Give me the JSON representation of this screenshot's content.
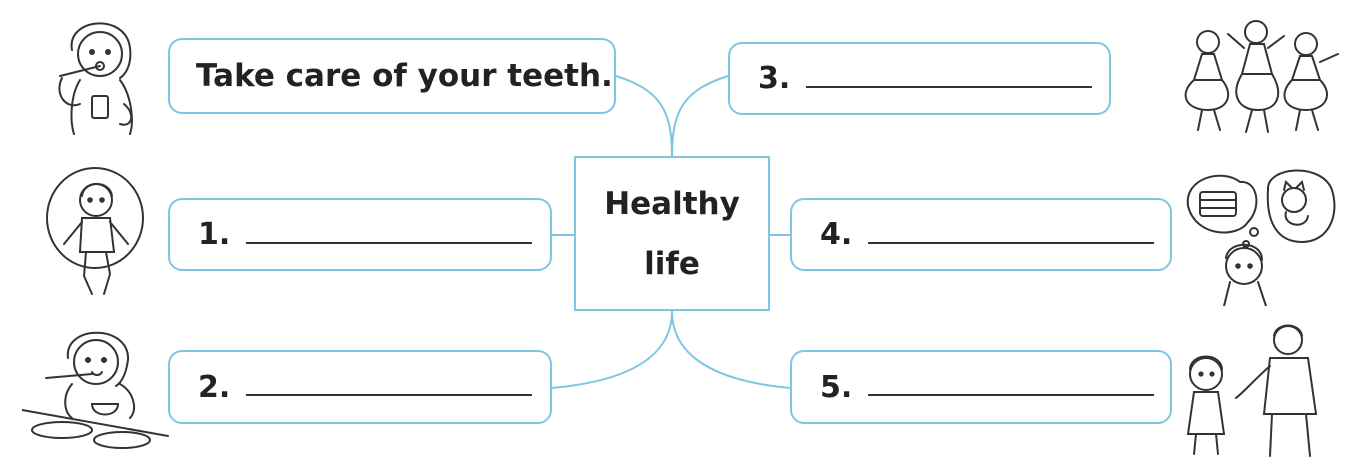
{
  "center_topic": {
    "line1": "Healthy",
    "line2": "life"
  },
  "example_item": {
    "text": "Take care of your teeth."
  },
  "items": [
    {
      "number": "1.",
      "answer": ""
    },
    {
      "number": "2.",
      "answer": ""
    },
    {
      "number": "3.",
      "answer": ""
    },
    {
      "number": "4.",
      "answer": ""
    },
    {
      "number": "5.",
      "answer": ""
    }
  ],
  "illustrations": [
    {
      "name": "girl-brushing-teeth-illustration"
    },
    {
      "name": "girl-jumping-rope-illustration"
    },
    {
      "name": "girl-eating-illustration"
    },
    {
      "name": "girls-dancing-illustration"
    },
    {
      "name": "girl-thinking-of-cake-and-cat-illustration"
    },
    {
      "name": "girl-and-man-talking-illustration"
    }
  ],
  "colors": {
    "box_border": "#7fc6e4",
    "text": "#222222"
  }
}
